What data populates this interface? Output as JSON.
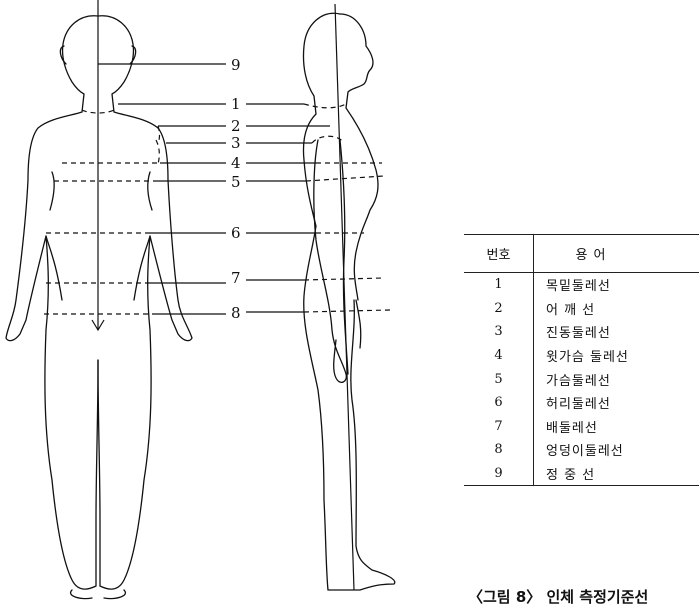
{
  "markers": [
    "1",
    "2",
    "3",
    "4",
    "5",
    "6",
    "7",
    "8",
    "9"
  ],
  "table": {
    "headers": [
      "번호",
      "용    어"
    ],
    "rows": [
      {
        "num": "1",
        "term": "목밑둘레선"
      },
      {
        "num": "2",
        "term": "어 깨 선"
      },
      {
        "num": "3",
        "term": "진동둘레선"
      },
      {
        "num": "4",
        "term": "윗가슴 둘레선"
      },
      {
        "num": "5",
        "term": "가슴둘레선"
      },
      {
        "num": "6",
        "term": "허리둘레선"
      },
      {
        "num": "7",
        "term": "배둘레선"
      },
      {
        "num": "8",
        "term": "엉덩이둘레선"
      },
      {
        "num": "9",
        "term": "정 중 선"
      }
    ]
  },
  "caption": "〈그림 8〉 인체 측정기준선"
}
